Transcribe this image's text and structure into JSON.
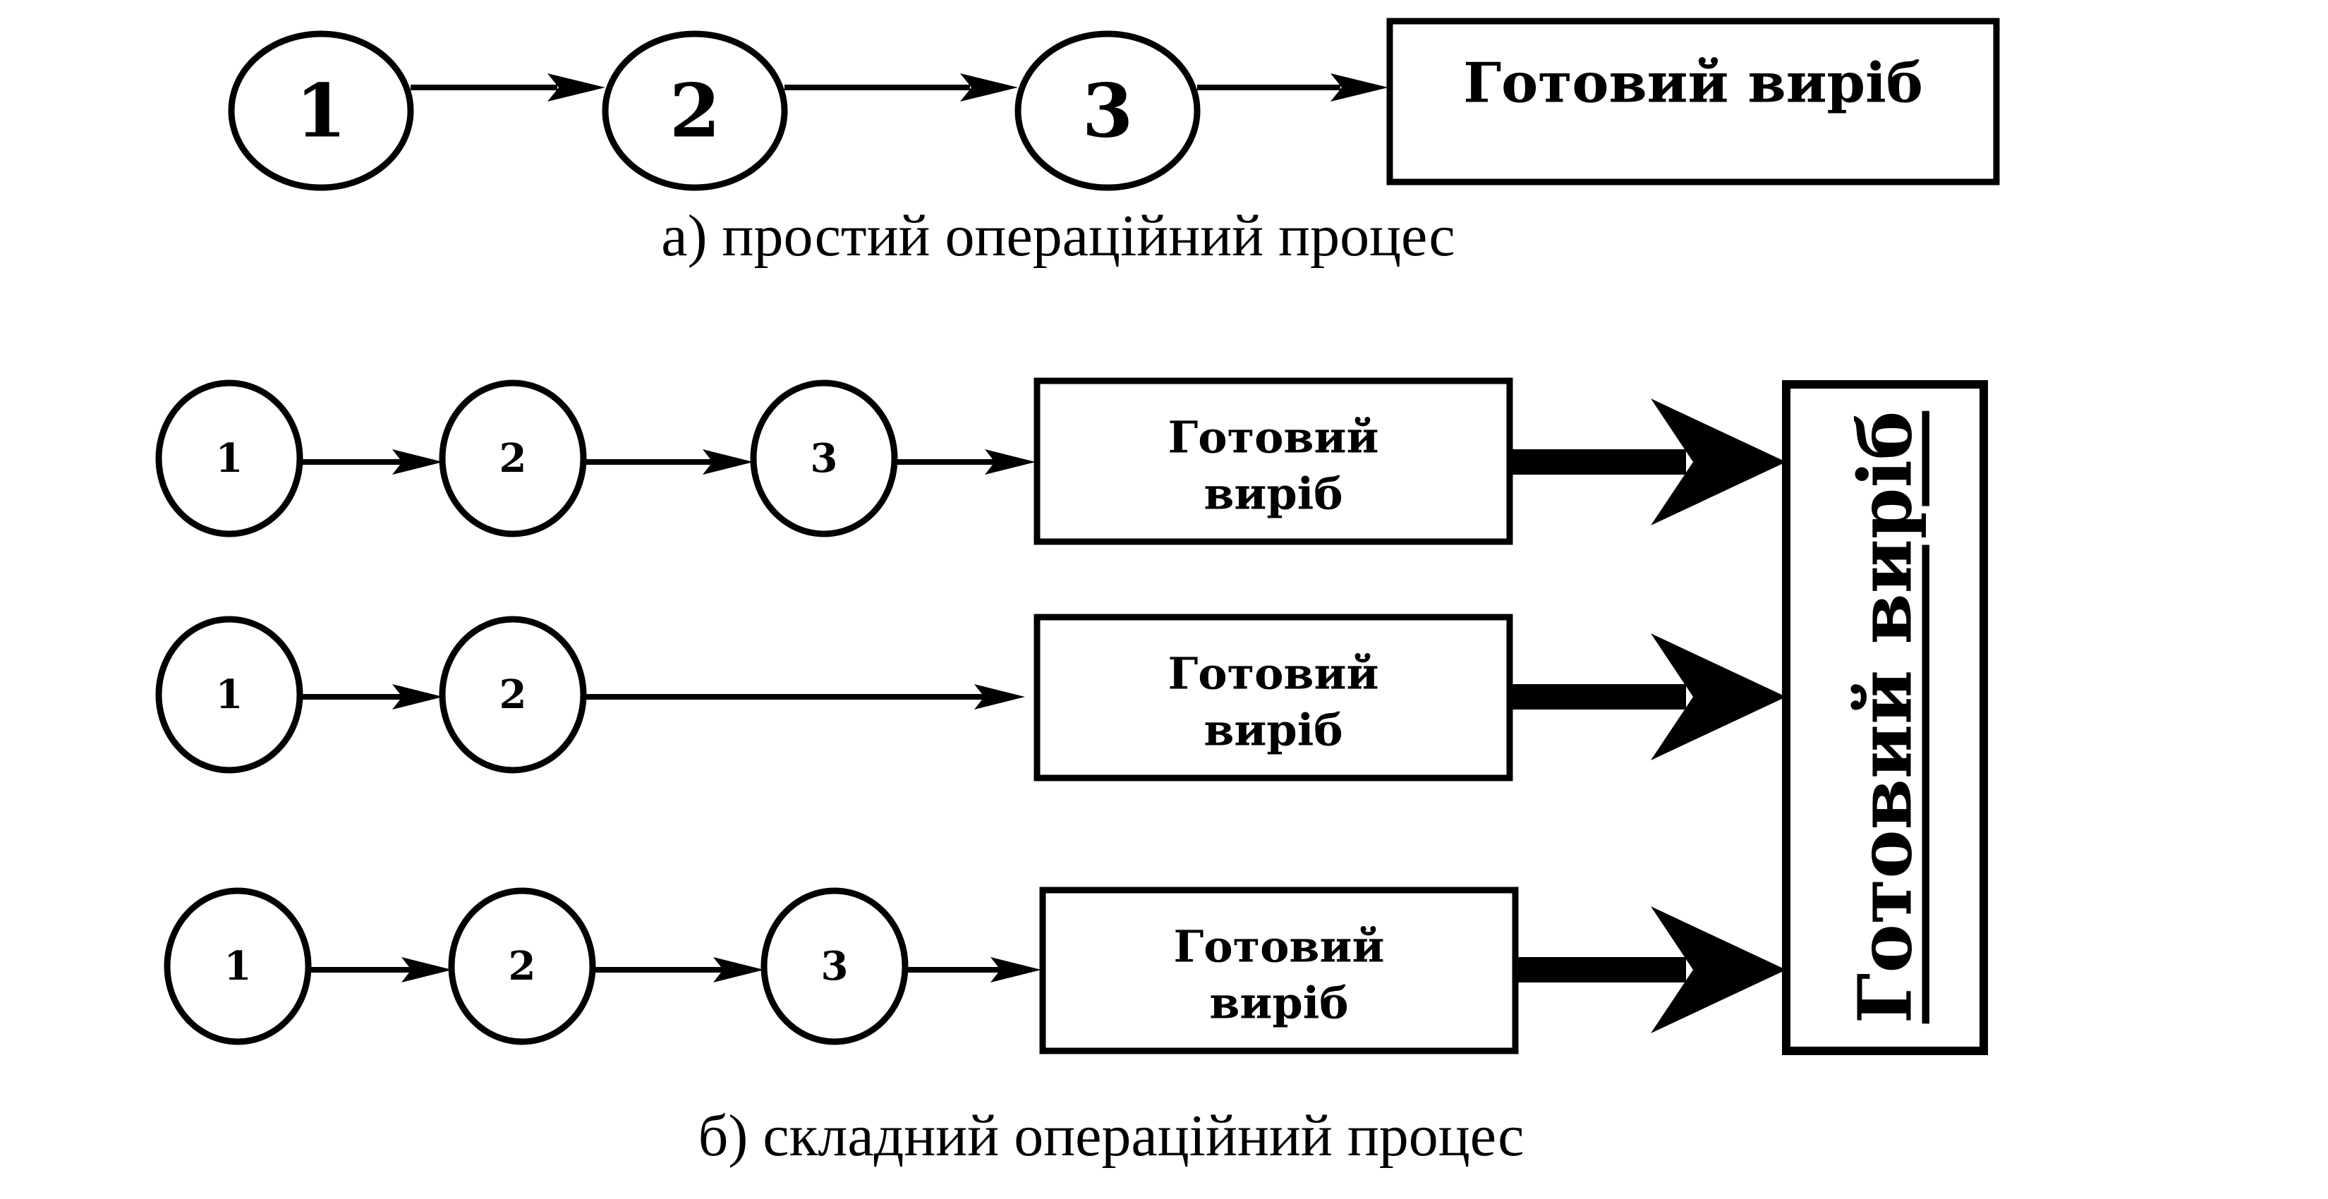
{
  "figure_a": {
    "steps": [
      "1",
      "2",
      "3"
    ],
    "result": "Готовий виріб",
    "caption": "а) простий операційний процес"
  },
  "figure_b": {
    "rows": [
      {
        "steps": [
          "1",
          "2",
          "3"
        ],
        "result_line1": "Готовий",
        "result_line2": "виріб"
      },
      {
        "steps": [
          "1",
          "2"
        ],
        "result_line1": "Готовий",
        "result_line2": "виріб"
      },
      {
        "steps": [
          "1",
          "2",
          "3"
        ],
        "result_line1": "Готовий",
        "result_line2": "виріб"
      }
    ],
    "final_result": "Готовий виріб",
    "caption": "б) складний операційний процес"
  }
}
